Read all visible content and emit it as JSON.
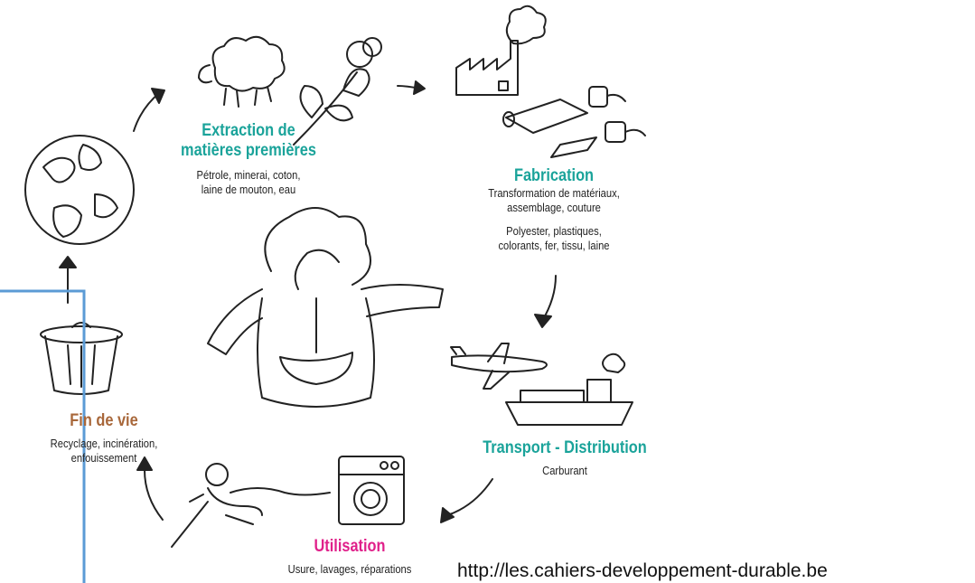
{
  "stages": {
    "extraction": {
      "title_line1": "Extraction de",
      "title_line2": "matières premières",
      "desc_line1": "Pétrole, minerai, coton,",
      "desc_line2": "laine de mouton, eau"
    },
    "fabrication": {
      "title": "Fabrication",
      "desc_line1": "Transformation de matériaux,",
      "desc_line2": "assemblage, couture",
      "materials_line1": "Polyester, plastiques,",
      "materials_line2": "colorants, fer, tissu, laine"
    },
    "transport": {
      "title": "Transport - Distribution",
      "desc": "Carburant"
    },
    "utilisation": {
      "title": "Utilisation",
      "desc": "Usure, lavages, réparations"
    },
    "fin_de_vie": {
      "title": "Fin de vie",
      "desc_line1": "Recyclage, incinération,",
      "desc_line2": "enfouissement"
    }
  },
  "source_url": "http://les.cahiers-developpement-durable.be",
  "colors": {
    "teal": "#1aa39a",
    "brown": "#a8673a",
    "pink": "#e0208a",
    "overlay_line": "#5b9bd5"
  }
}
